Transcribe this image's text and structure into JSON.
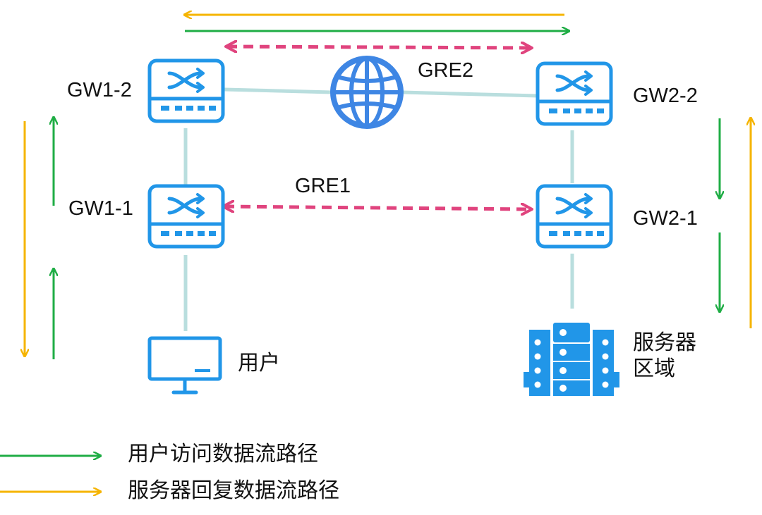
{
  "colors": {
    "link": "#b9dede",
    "device": "#2196e8",
    "tunnel": "#e0447e",
    "user_path": "#1fad45",
    "server_path": "#f5b400",
    "globe": "#3e86e4"
  },
  "devices": {
    "gw1_2": {
      "label": "GW1-2",
      "icon": "switch-icon"
    },
    "gw1_1": {
      "label": "GW1-1",
      "icon": "switch-icon"
    },
    "gw2_2": {
      "label": "GW2-2",
      "icon": "switch-icon"
    },
    "gw2_1": {
      "label": "GW2-1",
      "icon": "switch-icon"
    },
    "internet": {
      "icon": "globe-icon"
    },
    "user": {
      "label": "用户",
      "icon": "monitor-icon"
    },
    "server_zone": {
      "label_line1": "服务器",
      "label_line2": "区域",
      "icon": "server-rack-icon"
    }
  },
  "tunnels": {
    "gre1": {
      "label": "GRE1"
    },
    "gre2": {
      "label": "GRE2"
    }
  },
  "legend": {
    "user_path": {
      "label": "用户访问数据流路径"
    },
    "server_path": {
      "label": "服务器回复数据流路径"
    }
  }
}
